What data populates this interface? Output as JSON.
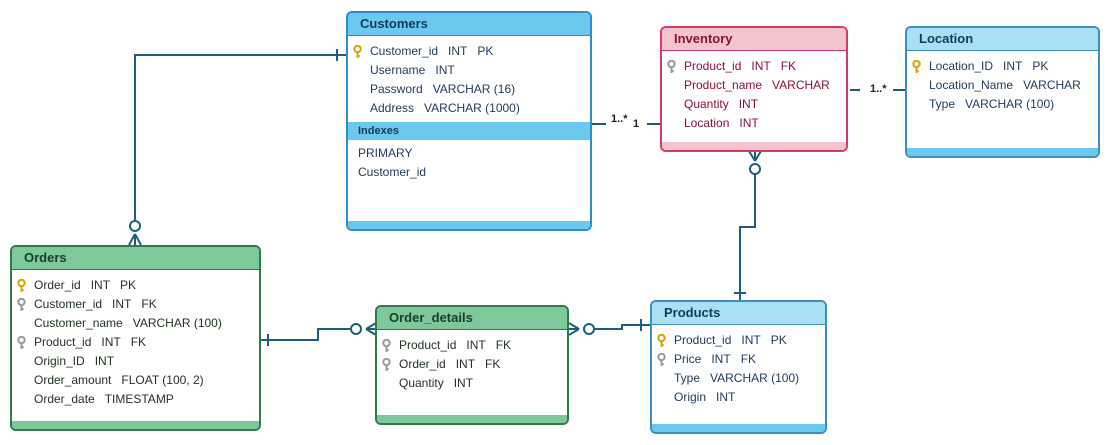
{
  "colors": {
    "connector": "#1d5f7a",
    "blue_header": "#6bc9ef",
    "light_blue_header": "#a9e0f4",
    "pink_header": "#f5c3cb",
    "green_header": "#7ec99a",
    "primary_key": "#d9a400",
    "foreign_key": "#9a9a9a"
  },
  "entities": {
    "customers": {
      "title": "Customers",
      "fields": [
        {
          "name": "Customer_id",
          "type": "INT",
          "tag": "PK",
          "key": "primary-key-icon"
        },
        {
          "name": "Username",
          "type": "INT",
          "tag": "",
          "key": ""
        },
        {
          "name": "Password",
          "type": "VARCHAR (16)",
          "tag": "",
          "key": ""
        },
        {
          "name": "Address",
          "type": "VARCHAR (1000)",
          "tag": "",
          "key": ""
        }
      ],
      "indexes_title": "Indexes",
      "indexes": [
        "PRIMARY",
        "Customer_id"
      ]
    },
    "inventory": {
      "title": "Inventory",
      "fields": [
        {
          "name": "Product_id",
          "type": "INT",
          "tag": "FK",
          "key": "foreign-key-icon"
        },
        {
          "name": "Product_name",
          "type": "VARCHAR",
          "tag": "",
          "key": ""
        },
        {
          "name": "Quantity",
          "type": "INT",
          "tag": "",
          "key": ""
        },
        {
          "name": "Location",
          "type": "INT",
          "tag": "",
          "key": ""
        }
      ]
    },
    "location": {
      "title": "Location",
      "fields": [
        {
          "name": "Location_ID",
          "type": "INT",
          "tag": "PK",
          "key": "primary-key-icon"
        },
        {
          "name": "Location_Name",
          "type": "VARCHAR",
          "tag": "",
          "key": ""
        },
        {
          "name": "Type",
          "type": "VARCHAR (100)",
          "tag": "",
          "key": ""
        }
      ]
    },
    "orders": {
      "title": "Orders",
      "fields": [
        {
          "name": "Order_id",
          "type": "INT",
          "tag": "PK",
          "key": "primary-key-icon"
        },
        {
          "name": "Customer_id",
          "type": "INT",
          "tag": "FK",
          "key": "foreign-key-icon"
        },
        {
          "name": "Customer_name",
          "type": "VARCHAR (100)",
          "tag": "",
          "key": ""
        },
        {
          "name": "Product_id",
          "type": "INT",
          "tag": "FK",
          "key": "foreign-key-icon"
        },
        {
          "name": "Origin_ID",
          "type": "INT",
          "tag": "",
          "key": ""
        },
        {
          "name": "Order_amount",
          "type": "FLOAT (100, 2)",
          "tag": "",
          "key": ""
        },
        {
          "name": "Order_date",
          "type": "TIMESTAMP",
          "tag": "",
          "key": ""
        }
      ]
    },
    "order_details": {
      "title": "Order_details",
      "fields": [
        {
          "name": "Product_id",
          "type": "INT",
          "tag": "FK",
          "key": "foreign-key-icon"
        },
        {
          "name": "Order_id",
          "type": "INT",
          "tag": "FK",
          "key": "foreign-key-icon"
        },
        {
          "name": "Quantity",
          "type": "INT",
          "tag": "",
          "key": ""
        }
      ]
    },
    "products": {
      "title": "Products",
      "fields": [
        {
          "name": "Product_id",
          "type": "INT",
          "tag": "PK",
          "key": "primary-key-icon"
        },
        {
          "name": "Price",
          "type": "INT",
          "tag": "FK",
          "key": "foreign-key-icon"
        },
        {
          "name": "Type",
          "type": "VARCHAR (100)",
          "tag": "",
          "key": ""
        },
        {
          "name": "Origin",
          "type": "INT",
          "tag": "",
          "key": ""
        }
      ]
    }
  },
  "multiplicities": {
    "customers_inventory_many": "1..*",
    "customers_inventory_one": "1",
    "inventory_location_many": "1..*"
  }
}
